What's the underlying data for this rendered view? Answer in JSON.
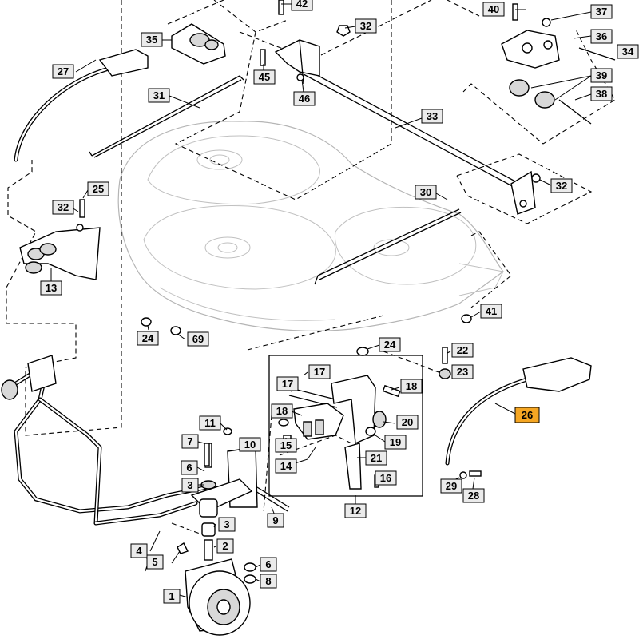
{
  "diagram": {
    "highlight_color": "#f5a623",
    "label_bg_color": "#ebebeb",
    "labels": [
      {
        "id": "l42",
        "text": "42"
      },
      {
        "id": "l32a",
        "text": "32"
      },
      {
        "id": "l35",
        "text": "35"
      },
      {
        "id": "l45",
        "text": "45"
      },
      {
        "id": "l46",
        "text": "46"
      },
      {
        "id": "l27",
        "text": "27"
      },
      {
        "id": "l31",
        "text": "31"
      },
      {
        "id": "l33",
        "text": "33"
      },
      {
        "id": "l40",
        "text": "40"
      },
      {
        "id": "l37",
        "text": "37"
      },
      {
        "id": "l36",
        "text": "36"
      },
      {
        "id": "l34",
        "text": "34"
      },
      {
        "id": "l39",
        "text": "39"
      },
      {
        "id": "l38",
        "text": "38"
      },
      {
        "id": "l32b",
        "text": "32"
      },
      {
        "id": "l30",
        "text": "30"
      },
      {
        "id": "l25",
        "text": "25"
      },
      {
        "id": "l32c",
        "text": "32"
      },
      {
        "id": "l13",
        "text": "13"
      },
      {
        "id": "l41",
        "text": "41"
      },
      {
        "id": "l24a",
        "text": "24"
      },
      {
        "id": "l69",
        "text": "69"
      },
      {
        "id": "l24b",
        "text": "24"
      },
      {
        "id": "l22",
        "text": "22"
      },
      {
        "id": "l23",
        "text": "23"
      },
      {
        "id": "l17a",
        "text": "17"
      },
      {
        "id": "l17b",
        "text": "17"
      },
      {
        "id": "l18a",
        "text": "18"
      },
      {
        "id": "l18b",
        "text": "18"
      },
      {
        "id": "l20",
        "text": "20"
      },
      {
        "id": "l15",
        "text": "15"
      },
      {
        "id": "l19",
        "text": "19"
      },
      {
        "id": "l21",
        "text": "21"
      },
      {
        "id": "l14",
        "text": "14"
      },
      {
        "id": "l16",
        "text": "16"
      },
      {
        "id": "l12",
        "text": "12"
      },
      {
        "id": "l26",
        "text": "26"
      },
      {
        "id": "l29",
        "text": "29"
      },
      {
        "id": "l28",
        "text": "28"
      },
      {
        "id": "l11",
        "text": "11"
      },
      {
        "id": "l7",
        "text": "7"
      },
      {
        "id": "l10",
        "text": "10"
      },
      {
        "id": "l6a",
        "text": "6"
      },
      {
        "id": "l3a",
        "text": "3"
      },
      {
        "id": "l9",
        "text": "9"
      },
      {
        "id": "l3b",
        "text": "3"
      },
      {
        "id": "l4",
        "text": "4"
      },
      {
        "id": "l2",
        "text": "2"
      },
      {
        "id": "l5",
        "text": "5"
      },
      {
        "id": "l6b",
        "text": "6"
      },
      {
        "id": "l8",
        "text": "8"
      },
      {
        "id": "l1",
        "text": "1"
      }
    ]
  }
}
